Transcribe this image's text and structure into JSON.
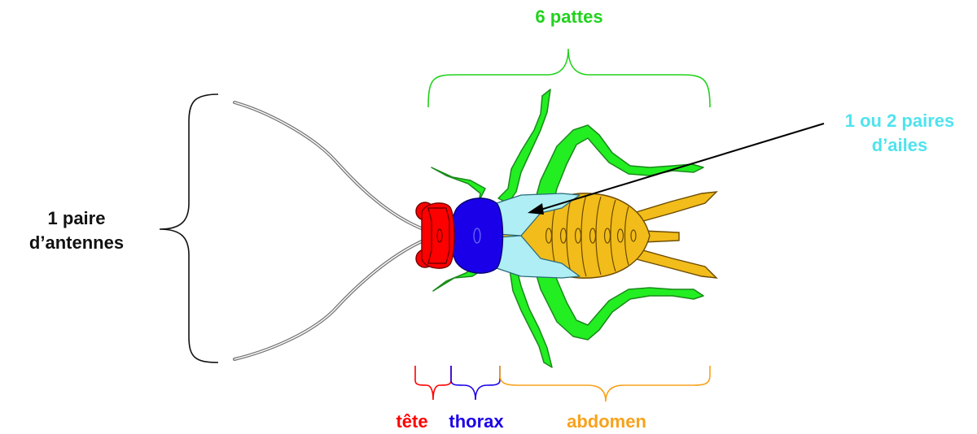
{
  "labels": {
    "legs": "6 pattes",
    "wings_line1": "1 ou 2 paires",
    "wings_line2": "d’ailes",
    "antennae_line1": "1 paire",
    "antennae_line2": "d’antennes",
    "head": "tête",
    "thorax": "thorax",
    "abdomen": "abdomen"
  },
  "colors": {
    "legs": "#22d21e",
    "wings": "#4fe3ee",
    "head": "#ff0000",
    "thorax": "#1a00e8",
    "abdomen": "#f8a21c",
    "abdomen_fill": "#f2bc1a",
    "wing_fill": "#aeeef4",
    "leg_fill": "#22ee22",
    "text_dark": "#111111"
  }
}
